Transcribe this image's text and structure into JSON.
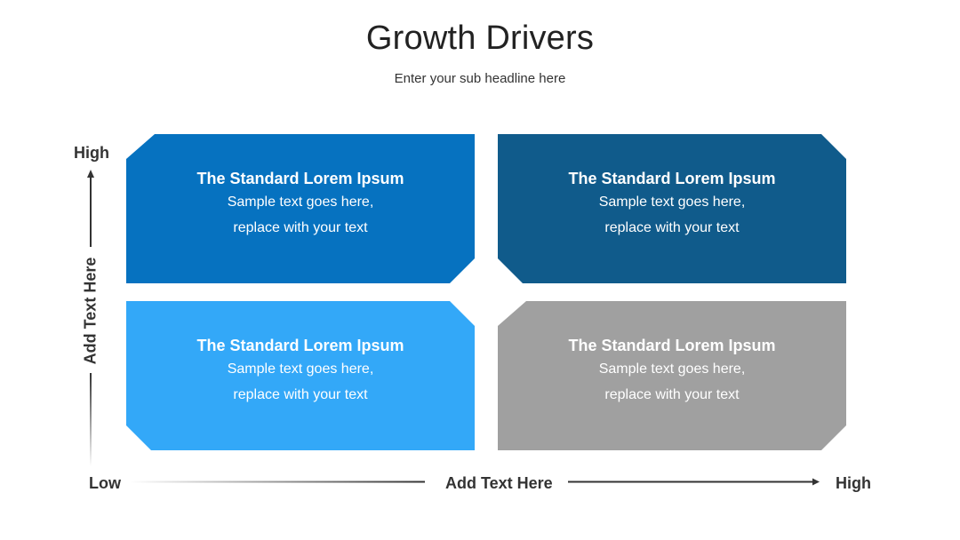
{
  "header": {
    "title": "Growth Drivers",
    "subtitle": "Enter your sub headline here"
  },
  "quadrants": [
    {
      "heading": "The Standard Lorem Ipsum",
      "line1": "Sample text goes here,",
      "line2": "replace with your text",
      "color": "#0672C0"
    },
    {
      "heading": "The Standard Lorem Ipsum",
      "line1": "Sample text goes here,",
      "line2": "replace with your text",
      "color": "#105B8B"
    },
    {
      "heading": "The Standard Lorem Ipsum",
      "line1": "Sample text goes here,",
      "line2": "replace with your text",
      "color": "#33A8F8"
    },
    {
      "heading": "The Standard Lorem Ipsum",
      "line1": "Sample text goes here,",
      "line2": "replace with your text",
      "color": "#A0A0A0"
    }
  ],
  "axes": {
    "y_high": "High",
    "y_label": "Add Text Here",
    "x_low": "Low",
    "x_label": "Add Text Here",
    "x_high": "High"
  }
}
